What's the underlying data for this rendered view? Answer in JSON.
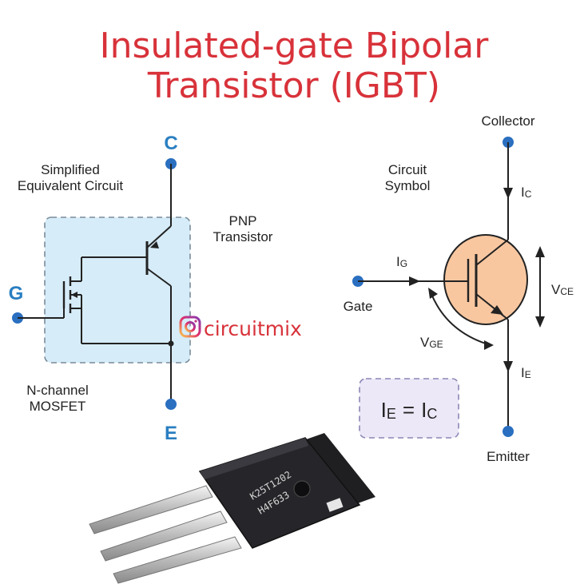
{
  "title": {
    "line1": "Insulated-gate Bipolar",
    "line2": "Transistor (IGBT)"
  },
  "equivalent_circuit": {
    "heading_line1": "Simplified",
    "heading_line2": "Equivalent Circuit",
    "pin_collector": "C",
    "pin_gate": "G",
    "pin_emitter": "E",
    "pnp_line1": "PNP",
    "pnp_line2": "Transistor",
    "mosfet_line1": "N-channel",
    "mosfet_line2": "MOSFET"
  },
  "circuit_symbol": {
    "heading_line1": "Circuit",
    "heading_line2": "Symbol",
    "collector_label": "Collector",
    "gate_label": "Gate",
    "emitter_label": "Emitter",
    "ic_main": "I",
    "ic_sub": "C",
    "ig_main": "I",
    "ig_sub": "G",
    "ie_main": "I",
    "ie_sub": "E",
    "vce_main": "V",
    "vce_sub": "CE",
    "vge_main": "V",
    "vge_sub": "GE"
  },
  "equation": {
    "lhs_main": "I",
    "lhs_sub": "E",
    "op": "=",
    "rhs_main": "I",
    "rhs_sub": "C"
  },
  "watermark": {
    "handle": "circuitmix",
    "icon": "instagram-icon"
  },
  "component": {
    "marking_line1": "K25T1202",
    "marking_line2": "H4F633"
  },
  "colors": {
    "title": "#d8323a",
    "pin_label": "#2a7fc1",
    "node": "#2a6fc0",
    "equiv_box_fill": "#d6ecf8",
    "symbol_circle_fill": "#f8c7a0",
    "equation_box_fill": "#ece8f7"
  }
}
